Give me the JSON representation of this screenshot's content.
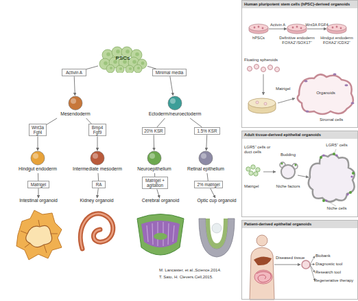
{
  "diagram": {
    "nodes": [
      {
        "text": [
          "PSCs"
        ]
      },
      {
        "text": [
          "Activin A"
        ]
      },
      {
        "text": [
          "Minimal media"
        ]
      },
      {
        "text": [
          "Mesendoderm"
        ]
      },
      {
        "text": [
          "Ectoderm/neuroectoderm"
        ]
      },
      {
        "text": [
          "Wnt3a Fgf4"
        ]
      },
      {
        "text": [
          "Bmp4 Fgf9"
        ]
      },
      {
        "text": [
          "20% KSR"
        ]
      },
      {
        "text": [
          "1.5% KSR"
        ]
      },
      {
        "text": [
          "Hindgut endoderm"
        ]
      },
      {
        "text": [
          "Intermediate mesoderm"
        ]
      },
      {
        "text": [
          "Neuroepithelium"
        ]
      },
      {
        "text": [
          "Retinal epithelium"
        ]
      },
      {
        "text": [
          "Matrigel"
        ]
      },
      {
        "text": [
          "RA"
        ]
      },
      {
        "text": [
          "Matrigel + agitation"
        ]
      },
      {
        "text": [
          "2% matrigel"
        ]
      },
      {
        "text": [
          "Intestinal organoid"
        ]
      },
      {
        "text": [
          "Kidney organoid"
        ]
      },
      {
        "text": [
          "Cerebral organoid"
        ]
      },
      {
        "text": [
          "Optic cup organoid"
        ]
      },
      {
        "text": [
          "Human pluripotent stem cells (hPSC)-derived organoids"
        ]
      },
      {
        "text": [
          "hPSCs"
        ],
        "in": 21
      },
      {
        "text": [
          "Definitive endoderm FOXA2⁺/SOX17⁺"
        ],
        "in": 21
      },
      {
        "text": [
          "Hindgut endoderm FOXA2⁺/CDX2⁺"
        ],
        "in": 21
      },
      {
        "text": [
          "Adult tissue-derived epithelial organoids"
        ]
      },
      {
        "text": [
          "Patient-derived epithelial organoids"
        ]
      }
    ],
    "edges": [
      {
        "from": 0,
        "to": 1,
        "arrow": "none"
      },
      {
        "from": 1,
        "to": 3,
        "arrow": "to"
      },
      {
        "from": 0,
        "to": 2,
        "arrow": "none"
      },
      {
        "from": 2,
        "to": 4,
        "arrow": "to"
      },
      {
        "from": 3,
        "to": 5,
        "arrow": "none"
      },
      {
        "from": 5,
        "to": 9,
        "arrow": "to"
      },
      {
        "from": 3,
        "to": 6,
        "arrow": "none"
      },
      {
        "from": 6,
        "to": 10,
        "arrow": "to"
      },
      {
        "from": 4,
        "to": 7,
        "arrow": "none"
      },
      {
        "from": 7,
        "to": 11,
        "arrow": "to"
      },
      {
        "from": 4,
        "to": 8,
        "arrow": "none"
      },
      {
        "from": 8,
        "to": 12,
        "arrow": "to"
      },
      {
        "from": 9,
        "to": 13,
        "arrow": "none"
      },
      {
        "from": 13,
        "to": 17,
        "arrow": "to"
      },
      {
        "from": 10,
        "to": 14,
        "arrow": "none"
      },
      {
        "from": 14,
        "to": 18,
        "arrow": "to"
      },
      {
        "from": 11,
        "to": 15,
        "arrow": "none"
      },
      {
        "from": 15,
        "to": 19,
        "arrow": "to"
      },
      {
        "from": 12,
        "to": 16,
        "arrow": "none"
      },
      {
        "from": 16,
        "to": 20,
        "arrow": "to"
      },
      {
        "from": 22,
        "to": 23,
        "label": "Activin A",
        "arrow": "to"
      },
      {
        "from": 23,
        "to": 24,
        "label": "Wnt3A FGF4",
        "arrow": "to"
      }
    ],
    "labels": [
      "Floating spheroids",
      "Matrigel",
      "Organoids",
      "Stromal cells",
      "LGR5⁺ cells or duct cells",
      "Budding",
      "Matrigel",
      "Niche factors",
      "LGR5⁺ cells",
      "Niche cells",
      "Diseased tissue",
      "Biobank",
      "Diagnostic tool",
      "Research tool",
      "Regenerative therapy",
      "M. Lancaster, et al.,Science,2014.",
      "T. Sato, H. Clevers.Cell,2015."
    ]
  }
}
